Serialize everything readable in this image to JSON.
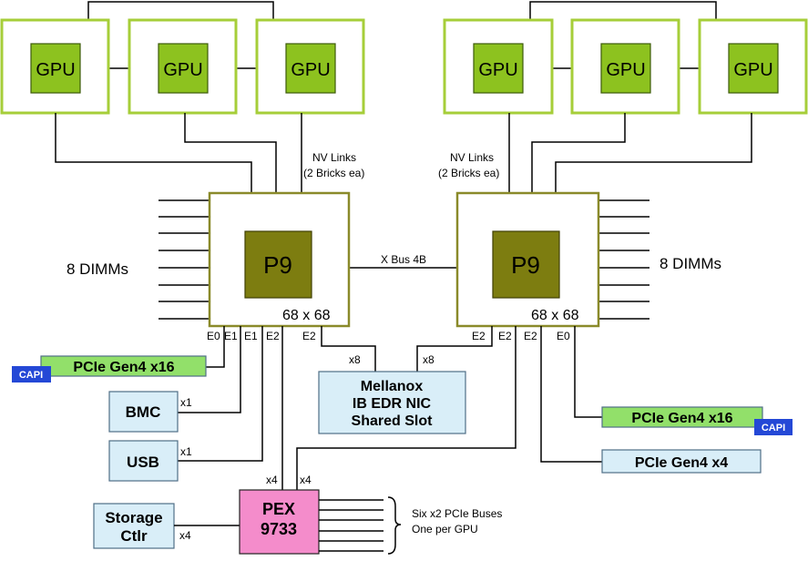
{
  "gpu_label": "GPU",
  "p9_label": "P9",
  "p9_grid": "68 x 68",
  "nvlink_label": "NV Links",
  "nvlink_sub": "(2 Bricks ea)",
  "xbus_label": "X Bus 4B",
  "dimms_label": "8 DIMMs",
  "ports": {
    "e0": "E0",
    "e1": "E1",
    "e2": "E2"
  },
  "links": {
    "x1": "x1",
    "x4": "x4",
    "x8": "x8"
  },
  "mellanox": [
    "Mellanox",
    "IB EDR NIC",
    "Shared Slot"
  ],
  "pcie_x16": "PCIe Gen4 x16",
  "pcie_x4": "PCIe Gen4 x4",
  "capi": "CAPI",
  "bmc": "BMC",
  "usb": "USB",
  "storage": [
    "Storage",
    "Ctlr"
  ],
  "pex": [
    "PEX",
    "9733"
  ],
  "six_buses": [
    "Six x2 PCIe Buses",
    "One per GPU"
  ],
  "colors": {
    "gpu_chip": "#8dc21f",
    "gpu_border": "#a6ce39",
    "p9_chip": "#7d7d10",
    "pcie_green": "#92e06a",
    "box_blue": "#d9eef8",
    "pex_pink": "#f48ccb",
    "capi_blue": "#2448d6"
  }
}
